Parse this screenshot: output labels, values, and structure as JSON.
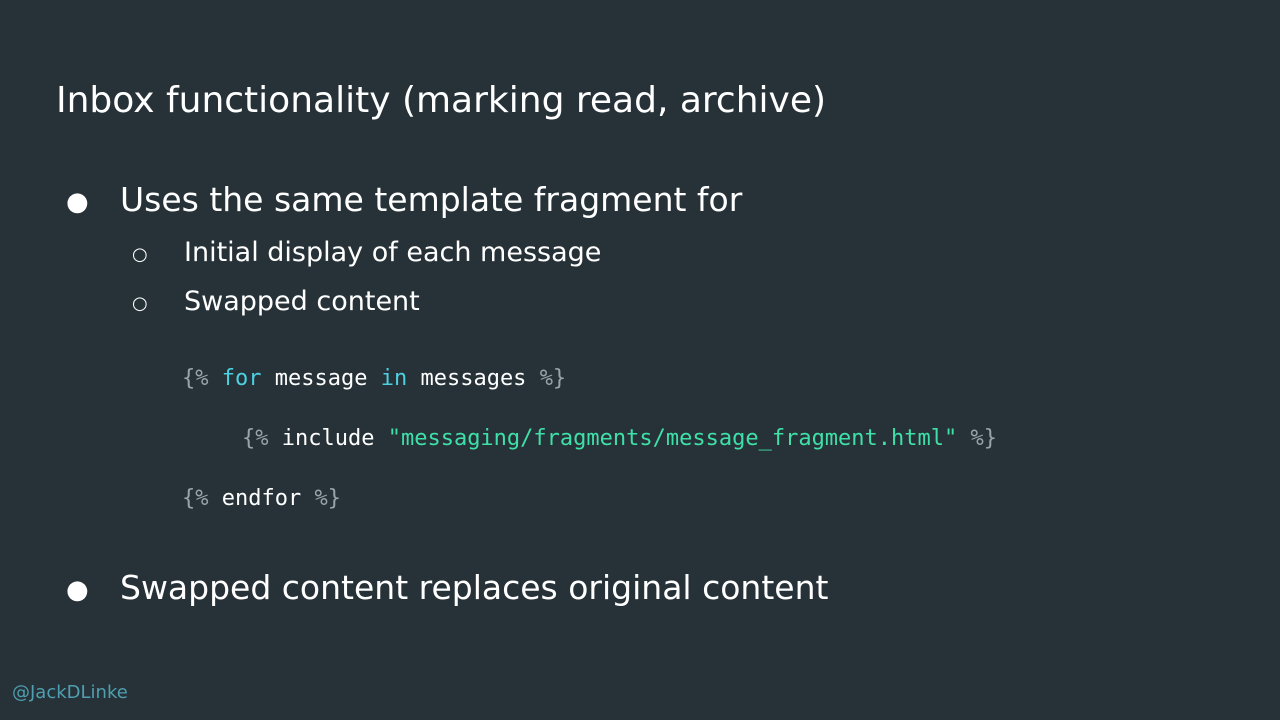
{
  "slide": {
    "title": "Inbox functionality (marking read, archive)",
    "bullets": [
      {
        "marker": "●",
        "text": "Uses the same template fragment for",
        "sub_bullets": [
          {
            "marker": "○",
            "text": "Initial display of each message"
          },
          {
            "marker": "○",
            "text": "Swapped content"
          }
        ]
      },
      {
        "marker": "●",
        "text": "Swapped content replaces original content"
      }
    ],
    "code": {
      "line1": {
        "open": "{%",
        "kw_for": "for",
        "var": "message",
        "kw_in": "in",
        "iter": "messages",
        "close": "%}"
      },
      "line2": {
        "open": "{%",
        "kw": "include",
        "str": "\"messaging/fragments/message_fragment.html\"",
        "close": "%}"
      },
      "line3": {
        "open": "{%",
        "kw": "endfor",
        "close": "%}"
      }
    },
    "handle": "@JackDLinke"
  },
  "colors": {
    "background": "#263238",
    "text": "#ffffff",
    "code_delimiter": "#9aa3a8",
    "code_keyword": "#4dd0e1",
    "code_string": "#3fe0a8",
    "handle": "#4f9fb0"
  }
}
